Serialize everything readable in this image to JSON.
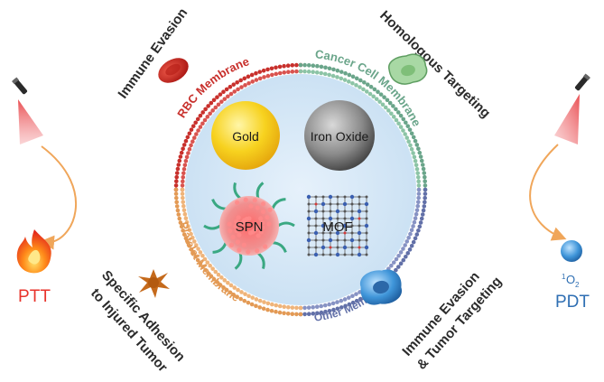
{
  "membranes": {
    "rbc": {
      "label": "RBC Membrane",
      "color": "#c8302c",
      "bead": "#d9534f"
    },
    "cancer": {
      "label": "Cancer Cell Membrane",
      "color": "#6aa58a",
      "bead": "#8cc4a6"
    },
    "platelet": {
      "label": "Platelet Membrane",
      "color": "#e39a55",
      "bead": "#efb47a"
    },
    "other": {
      "label": "Other Membranes",
      "color": "#6270a8",
      "bead": "#8793c4"
    }
  },
  "functions": {
    "rbc": "Immune Evasion",
    "cancer": "Homologous Targeting",
    "platelet_line1": "Specific Adhesion",
    "platelet_line2": "to Injured Tumor",
    "other_line1": "Immune Evasion",
    "other_line2": "& Tumor Targeting"
  },
  "cores": {
    "gold": "Gold",
    "iron": "Iron Oxide",
    "spn": "SPN",
    "mof": "MOF"
  },
  "therapies": {
    "ptt": {
      "label": "PTT",
      "color": "#e8332b"
    },
    "pdt": {
      "label": "PDT",
      "color": "#2f6fb3",
      "oxygen_sup": "1",
      "oxygen": "O",
      "oxygen_sub": "2"
    }
  },
  "icons": [
    "laser-icon",
    "flame-icon",
    "oxygen-sphere-icon",
    "red-blood-cell-icon",
    "cancer-cell-icon",
    "platelet-icon",
    "other-cell-icon"
  ]
}
